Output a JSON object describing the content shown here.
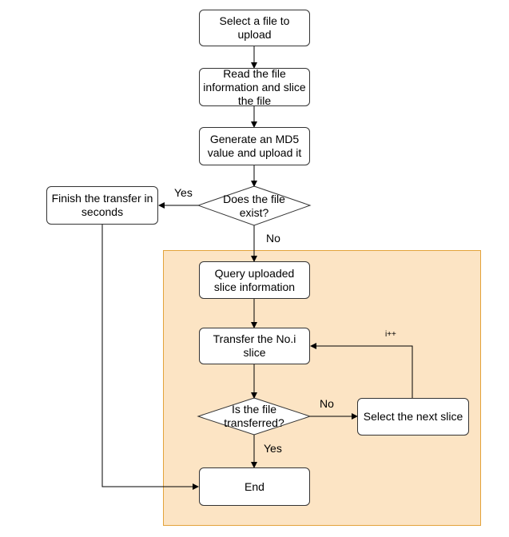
{
  "nodes": {
    "select_file": "Select a file to upload",
    "read_info": "Read the file information and slice the file",
    "generate_md5": "Generate an MD5 value and upload it",
    "file_exists": "Does the file exist?",
    "finish_transfer": "Finish the transfer in seconds",
    "query_slices": "Query uploaded slice information",
    "transfer_slice": "Transfer the No.i slice",
    "file_transferred": "Is the file transferred?",
    "select_next": "Select the next slice",
    "end": "End"
  },
  "edge_labels": {
    "exists_yes": "Yes",
    "exists_no": "No",
    "transferred_no": "No",
    "transferred_yes": "Yes",
    "increment": "i++"
  },
  "colors": {
    "region_fill": "#fce4c4",
    "region_border": "#e3a33b",
    "stroke": "#333333"
  }
}
